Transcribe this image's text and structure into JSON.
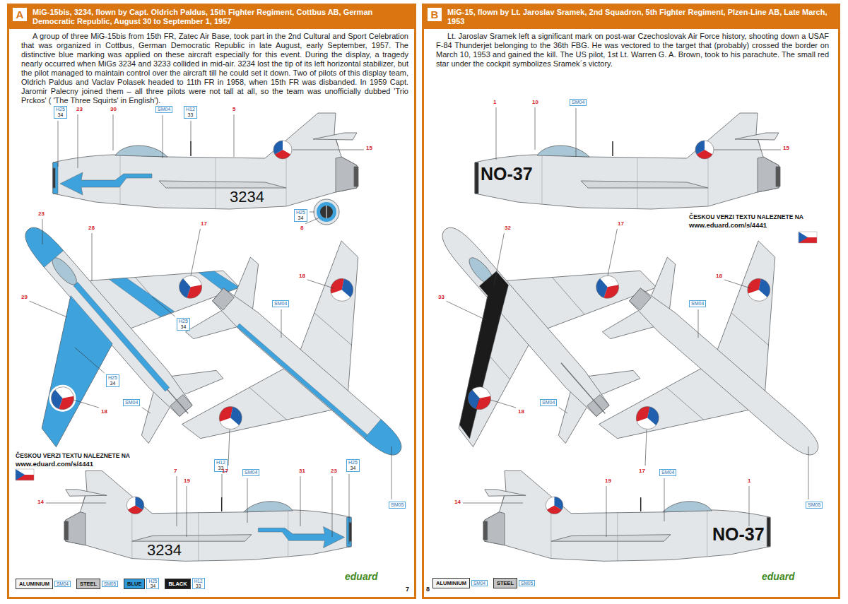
{
  "diagram": {
    "nodes": [
      {
        "text": [
          "A",
          "MiG-15bis, 3234, flown by Capt. Oldrich Paldus, 15th Fighter Regiment, Cottbus AB, German Democratic Republic, August 30 to September 1, 1957"
        ]
      },
      {
        "text": [
          "B",
          "MiG-15, flown by Lt. Jaroslav Sramek, 2nd Squadron, 5th Fighter Regiment, Plzen-Line AB, Late March, 1953"
        ]
      },
      {
        "text": [
          "H25",
          "34"
        ],
        "in": 0
      },
      {
        "text": [
          "SM04"
        ],
        "in": 0
      },
      {
        "text": [
          "H12",
          "33"
        ],
        "in": 0
      },
      {
        "text": [
          "H25",
          "34"
        ],
        "in": 0
      },
      {
        "text": [
          "H25",
          "34"
        ],
        "in": 0
      },
      {
        "text": [
          "H25",
          "34"
        ],
        "in": 0
      },
      {
        "text": [
          "SM04"
        ],
        "in": 0
      },
      {
        "text": [
          "SM04"
        ],
        "in": 0
      },
      {
        "text": [
          "H12",
          "33"
        ],
        "in": 0
      },
      {
        "text": [
          "SM04"
        ],
        "in": 0
      },
      {
        "text": [
          "H25",
          "34"
        ],
        "in": 0
      },
      {
        "text": [
          "SM05"
        ],
        "in": 0
      },
      {
        "text": [
          "SM04"
        ],
        "in": 1
      },
      {
        "text": [
          "SM04"
        ],
        "in": 1
      },
      {
        "text": [
          "SM04"
        ],
        "in": 1
      },
      {
        "text": [
          "SM04"
        ],
        "in": 1
      },
      {
        "text": [
          "SM05"
        ],
        "in": 1
      }
    ],
    "labels": [
      "A group of three MiG-15bis from 15th FR, Zatec Air Base, took part in the 2nd Cultural and Sport Celebration that was organized in Cottbus, German Democratic Republic in late August, early September, 1957. The distinctive blue marking was applied on these aircraft especially for this event. During the display, a tragedy nearly occurred when MiGs 3234 and 3233 collided in mid-air. 3234 lost the tip of its left horizontal stabilizer, but the pilot managed to maintain control over the aircraft till he could set it down. Two of pilots of this display team, Oldrich Paldus and Vaclav Polasek headed to 11th FR in 1958, when 15th FR was disbanded. In 1959 Capt. Jaromir Palecny joined them – all three pilots were not tall at all, so the team was unofficially dubbed 'Trio Prckos' ( 'The Three Squirts' in English').",
      "Lt. Jaroslav Sramek left a significant mark on post-war Czechoslovak Air Force history, shooting down a USAF F-84 Thunderjet belonging to the 36th FBG. He was vectored to the target that (probably) crossed the border on March 10, 1953 and gained the kill. The US pilot, 1st Lt. Warren G. A. Brown, took to his parachute. The small red star under the cockpit symbolizes Sramek´s victory.",
      "23",
      "30",
      "5",
      "15",
      "3234",
      "8",
      "23",
      "28",
      "17",
      "29",
      "18",
      "18",
      "17",
      "ČESKOU VERZI TEXTU NALEZNETE NA",
      "www.eduard.com/s/4441",
      "14",
      "7",
      "19",
      "31",
      "23",
      "3234",
      "SM04",
      "SM05",
      "H25",
      "34",
      "H12",
      "33",
      "eduard",
      "7",
      "1",
      "10",
      "15",
      "NO-37",
      "ČESKOU VERZI TEXTU NALEZNETE NA",
      "www.eduard.com/s/4441",
      "32",
      "17",
      "33",
      "18",
      "18",
      "17",
      "14",
      "19",
      "1",
      "NO-37",
      "SM04",
      "SM05",
      "eduard",
      "8"
    ],
    "legend": [
      {
        "text": "ALUMINIUM",
        "color": "#f4f4f4"
      },
      {
        "text": "STEEL",
        "color": "#c4c4c4"
      },
      {
        "text": "BLUE",
        "color": "#2e9ad8"
      },
      {
        "text": "BLACK",
        "color": "#1a1a1a"
      },
      {
        "text": "ALUMINIUM",
        "color": "#f4f4f4"
      },
      {
        "text": "STEEL",
        "color": "#c4c4c4"
      }
    ]
  }
}
